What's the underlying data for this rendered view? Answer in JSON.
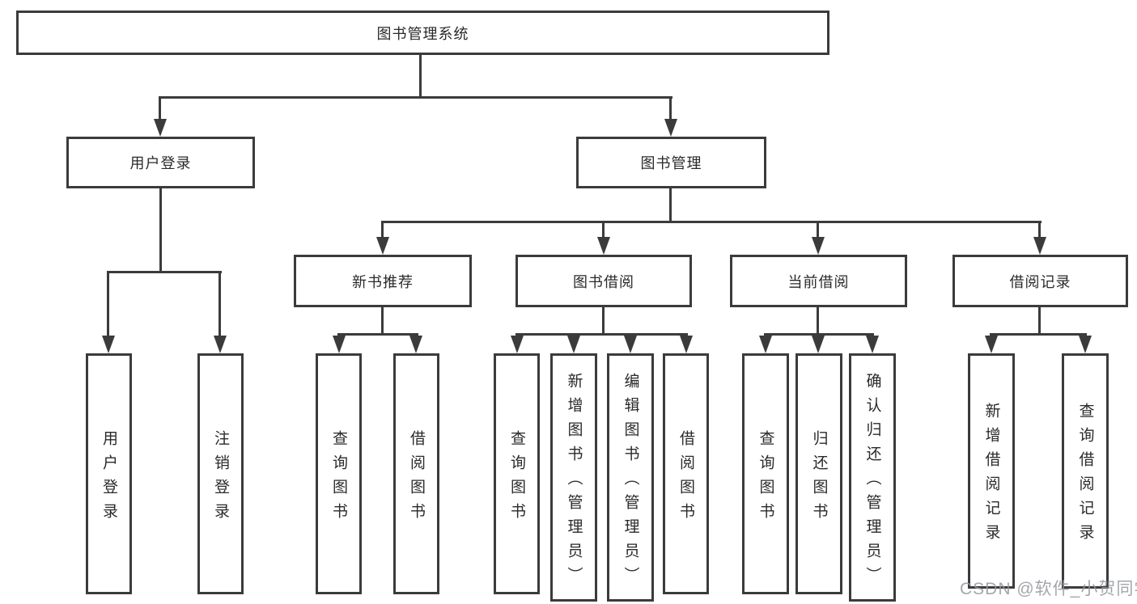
{
  "diagram_type": "hierarchy-tree",
  "tree": {
    "root": {
      "label": "图书管理系统",
      "children": [
        {
          "label": "用户登录",
          "children": [
            {
              "label": "用户登录"
            },
            {
              "label": "注销登录"
            }
          ]
        },
        {
          "label": "图书管理",
          "children": [
            {
              "label": "新书推荐",
              "children": [
                {
                  "label": "查询图书"
                },
                {
                  "label": "借阅图书"
                }
              ]
            },
            {
              "label": "图书借阅",
              "children": [
                {
                  "label": "查询图书"
                },
                {
                  "label": "新增图书（管理员）"
                },
                {
                  "label": "编辑图书（管理员）"
                },
                {
                  "label": "借阅图书"
                }
              ]
            },
            {
              "label": "当前借阅",
              "children": [
                {
                  "label": "查询图书"
                },
                {
                  "label": "归还图书"
                },
                {
                  "label": "确认归还（管理员）"
                }
              ]
            },
            {
              "label": "借阅记录",
              "children": [
                {
                  "label": "新增借阅记录"
                },
                {
                  "label": "查询借阅记录"
                }
              ]
            }
          ]
        }
      ]
    }
  },
  "watermark": {
    "text": "CSDN @软件_小贺同学"
  },
  "colors": {
    "background": "#ffffff",
    "line": "#3b3b3b",
    "box_border": "#3b3b3b",
    "text": "#2a2a2a",
    "watermark": "#94979c"
  }
}
